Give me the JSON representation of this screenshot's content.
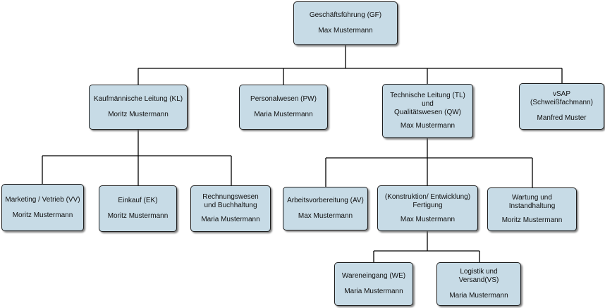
{
  "org_chart": {
    "gf": {
      "title": "Geschäftsführung (GF)",
      "person": "Max Mustermann"
    },
    "kl": {
      "title": "Kaufmännische Leitung (KL)",
      "person": "Moritz Mustermann"
    },
    "pw": {
      "title": "Personalwesen (PW)",
      "person": "Maria Mustermann"
    },
    "tl": {
      "title": "Technische Leitung (TL)\nund\nQualitätswesen (QW)",
      "person": "Max Mustermann"
    },
    "vsap": {
      "title": "vSAP\n(Schweißfachmann)",
      "person": "Manfred Muster"
    },
    "vv": {
      "title": "Marketing / Vetrieb (VV)",
      "person": "Moritz Mustermann"
    },
    "ek": {
      "title": "Einkauf (EK)",
      "person": "Moritz Mustermann"
    },
    "rb": {
      "title": "Rechnungswesen\nund Buchhaltung",
      "person": "Maria Mustermann"
    },
    "av": {
      "title": "Arbeitsvorbereitung (AV)",
      "person": "Max Mustermann"
    },
    "kef": {
      "title": "(Konstruktion/ Entwicklung)\nFertigung",
      "person": "Max Mustermann"
    },
    "wi": {
      "title": "Wartung und\nInstandhaltung",
      "person": "Moritz Mustermann"
    },
    "we": {
      "title": "Wareneingang (WE)",
      "person": "Maria Mustermann"
    },
    "lv": {
      "title": "Logistik und Versand(VS)",
      "person": "Maria Mustermann"
    }
  },
  "colors": {
    "box_fill": "#c7dbe6",
    "box_border": "#1e1e1e",
    "connector": "#000000"
  }
}
